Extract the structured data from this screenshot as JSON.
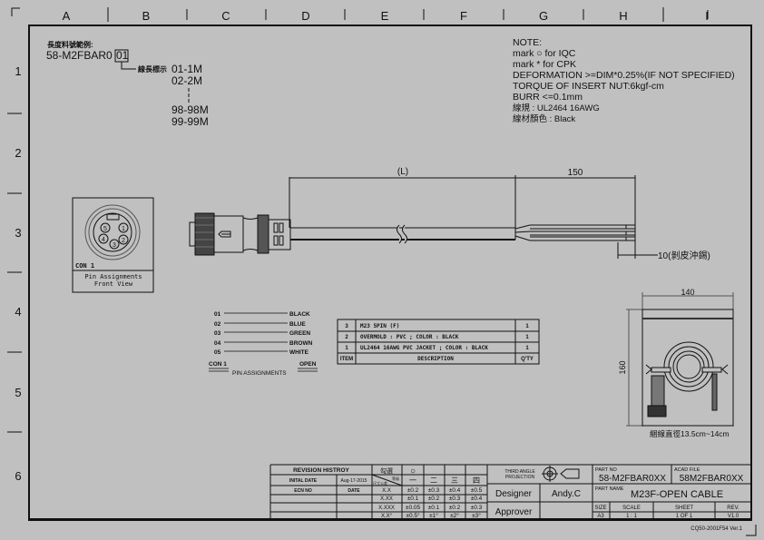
{
  "frame": {
    "columns": [
      "A",
      "B",
      "C",
      "D",
      "E",
      "F",
      "G",
      "H",
      "I"
    ],
    "rows": [
      "1",
      "2",
      "3",
      "4",
      "5",
      "6"
    ]
  },
  "length_code": {
    "label": "長度料號範例:",
    "part_prefix": "58-M2FBAR0",
    "code_box": "01",
    "code_label": "線長標示",
    "codes": [
      "01-1M",
      "02-2M",
      "98-98M",
      "99-99M"
    ]
  },
  "notes": {
    "title": "NOTE:",
    "lines": [
      "mark ○ for IQC",
      "mark * for CPK",
      "DEFORMATION   >=DIM*0.25%(IF NOT SPECIFIED)",
      "TORQUE OF INSERT NUT:6kgf-cm",
      "BURR <=0.1mm",
      "線規 : UL2464  16AWG",
      "線材顏色 : Black"
    ]
  },
  "connector_view": {
    "pins": [
      "1",
      "2",
      "3",
      "4",
      "5"
    ],
    "con_label": "CON 1",
    "caption_1": "Pin Assignments",
    "caption_2": "Front View"
  },
  "dimensions": {
    "cable_length": "(L)",
    "lead_length": "150",
    "strip_length": "10(剝皮沖錫)",
    "package_width": "140",
    "package_height": "160",
    "coil_diameter": "綑線直徑13.5cm~14cm"
  },
  "pin_assignments": {
    "pins": [
      {
        "pin": "01",
        "color": "BLACK"
      },
      {
        "pin": "02",
        "color": "BLUE"
      },
      {
        "pin": "03",
        "color": "GREEN"
      },
      {
        "pin": "04",
        "color": "BROWN"
      },
      {
        "pin": "05",
        "color": "WHITE"
      }
    ],
    "left_label": "CON 1",
    "right_label": "OPEN",
    "title": "PIN ASSIGNMENTS"
  },
  "bom": {
    "headers": {
      "item": "ITEM",
      "description": "DESCRIPTION",
      "qty": "Q'TY"
    },
    "rows": [
      {
        "item": "3",
        "description": "M23 5PIN (F)",
        "qty": "1"
      },
      {
        "item": "2",
        "description": "OVERMOLD : PVC ; COLOR : BLACK",
        "qty": "1"
      },
      {
        "item": "1",
        "description": "UL2464 16AWG PVC JACKET ; COLOR : BLACK",
        "qty": "1"
      }
    ]
  },
  "revision": {
    "title": "REVISION HISTROY",
    "initial_date_label": "INITAL DATE",
    "initial_date": "Aug-17-2015",
    "ecn_label": "ECN NO",
    "date_label": "DATE",
    "check_label": "勾選",
    "check_mark": "○",
    "grade_label": "等級",
    "dim_label": "尺寸公差",
    "grades": [
      "一",
      "二",
      "三",
      "四"
    ],
    "tolerances": [
      {
        "dim": "X.X",
        "values": [
          "±0.2",
          "±0.3",
          "±0.4",
          "±0.5"
        ]
      },
      {
        "dim": "X.XX",
        "values": [
          "±0.1",
          "±0.2",
          "±0.3",
          "±0.4"
        ]
      },
      {
        "dim": "X.XXX",
        "values": [
          "±0.05",
          "±0.1",
          "±0.2",
          "±0.3"
        ]
      },
      {
        "dim": "X.X°",
        "values": [
          "±0.5°",
          "±1°",
          "±2°",
          "±3°"
        ]
      }
    ]
  },
  "title_block": {
    "projection": [
      "THIRD ANGLE",
      "PROJECTION"
    ],
    "part_no_label": "PART NO",
    "part_no": "58-M2FBAR0XX",
    "acad_label": "ACAD FILE",
    "acad_file": "58M2FBAR0XX",
    "designer_label": "Designer",
    "designer": "Andy.C",
    "approver_label": "Approver",
    "approver": "",
    "part_name_label": "PART NAME",
    "part_name": "M23F-OPEN CABLE",
    "size_label": "SIZE",
    "size": "A3",
    "scale_label": "SCALE",
    "scale": "1 : 1",
    "sheet_label": "SHEET",
    "sheet": "1  OF  1",
    "rev_label": "REV.",
    "rev": "V1.0",
    "form_no": "CQ50-2001F54  Ver.1"
  }
}
